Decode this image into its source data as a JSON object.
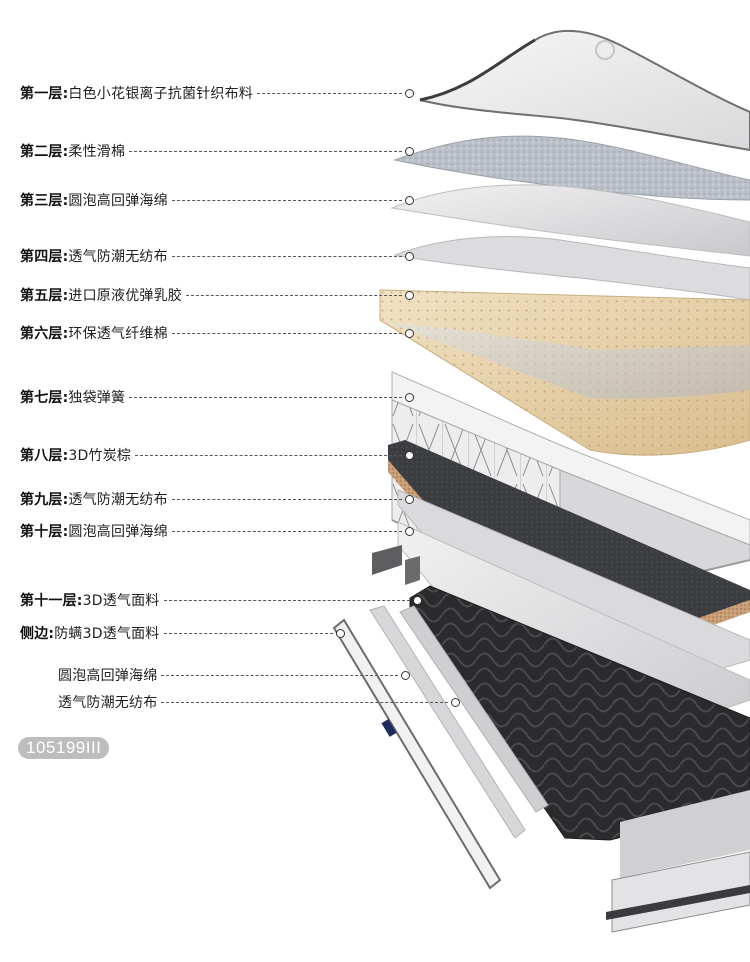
{
  "layers": [
    {
      "prefix": "第一层:",
      "text": "白色小花银离子抗菌针织布料"
    },
    {
      "prefix": "第二层:",
      "text": "柔性滑棉"
    },
    {
      "prefix": "第三层:",
      "text": "圆泡高回弹海绵"
    },
    {
      "prefix": "第四层:",
      "text": "透气防潮无纺布"
    },
    {
      "prefix": "第五层:",
      "text": "进口原液优弹乳胶"
    },
    {
      "prefix": "第六层:",
      "text": "环保透气纤维棉"
    },
    {
      "prefix": "第七层:",
      "text": "独袋弹簧"
    },
    {
      "prefix": "第八层:",
      "text": "3D竹炭棕"
    },
    {
      "prefix": "第九层:",
      "text": "透气防潮无纺布"
    },
    {
      "prefix": "第十层:",
      "text": "圆泡高回弹海绵"
    },
    {
      "prefix": "第十一层:",
      "text": "3D透气面料"
    },
    {
      "prefix": "侧边:",
      "text": "防螨3D透气面料"
    }
  ],
  "side_parts": [
    {
      "text": "圆泡高回弹海绵"
    },
    {
      "text": "透气防潮无纺布"
    }
  ],
  "model_code": "105199III",
  "colors": {
    "fabric": "#e9e9ea",
    "wool": "#b9bec6",
    "foam": "#e2e2e4",
    "latex": "#e8d3ac",
    "fiber": "#c9cfd9",
    "spring": "#e6e6e8",
    "bamboo": "#3a3c40",
    "cork": "#c8a07a",
    "bottom": "#2b2b2d"
  }
}
